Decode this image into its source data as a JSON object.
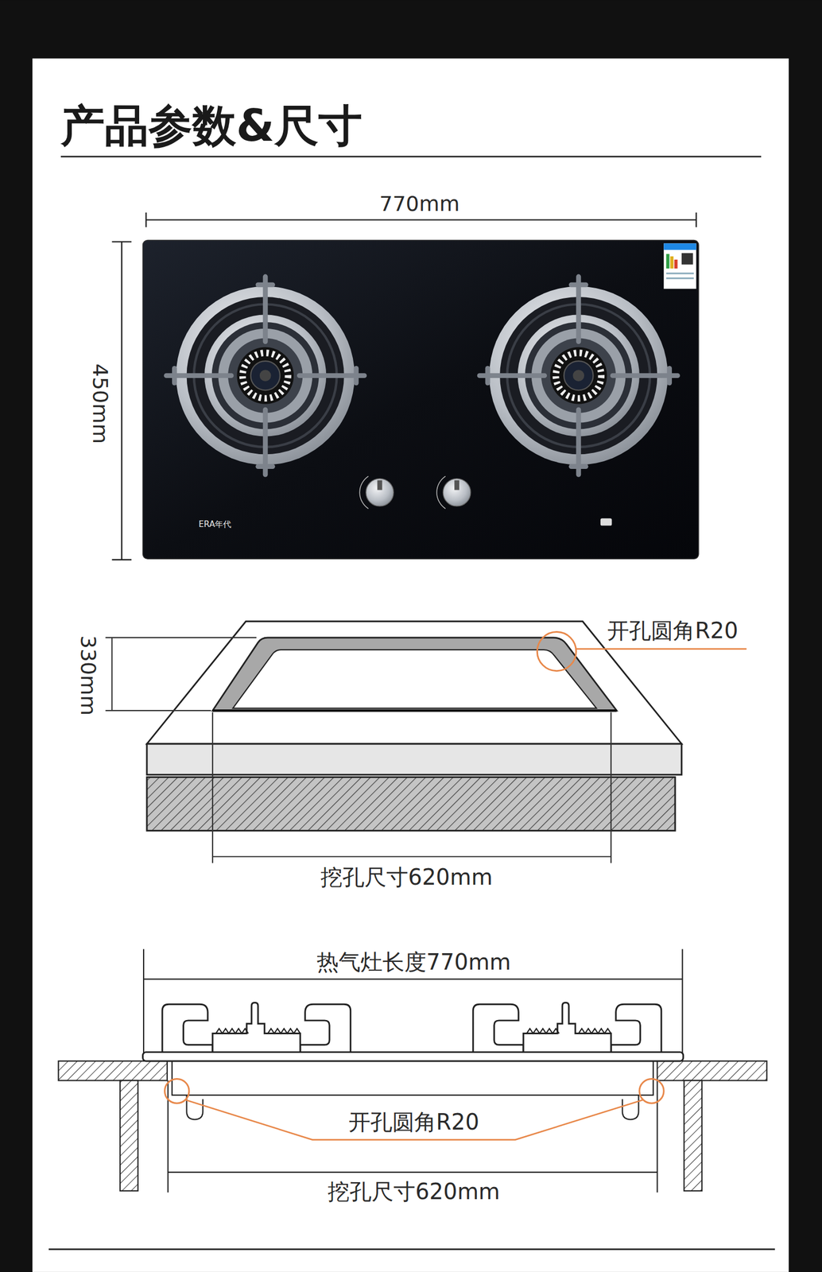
{
  "diagram": {
    "title": "产品参数&尺寸",
    "labels": [
      "770mm",
      "450mm",
      "ERA年代",
      "开孔圆角R20",
      "330mm",
      "挖孔尺寸620mm",
      "热气灶长度770mm",
      "开孔圆角R20",
      "挖孔尺寸620mm"
    ]
  }
}
